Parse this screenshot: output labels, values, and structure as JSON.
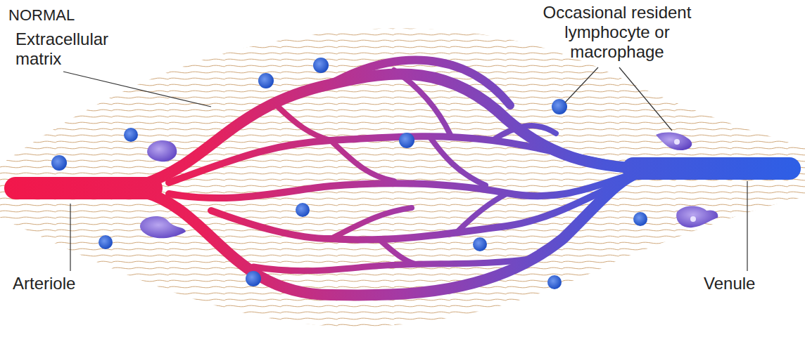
{
  "diagram": {
    "title": "NORMAL",
    "labels": [
      "Extracellular matrix",
      "Occasional resident lymphocyte or macrophage",
      "Arteriole",
      "Venule"
    ]
  }
}
